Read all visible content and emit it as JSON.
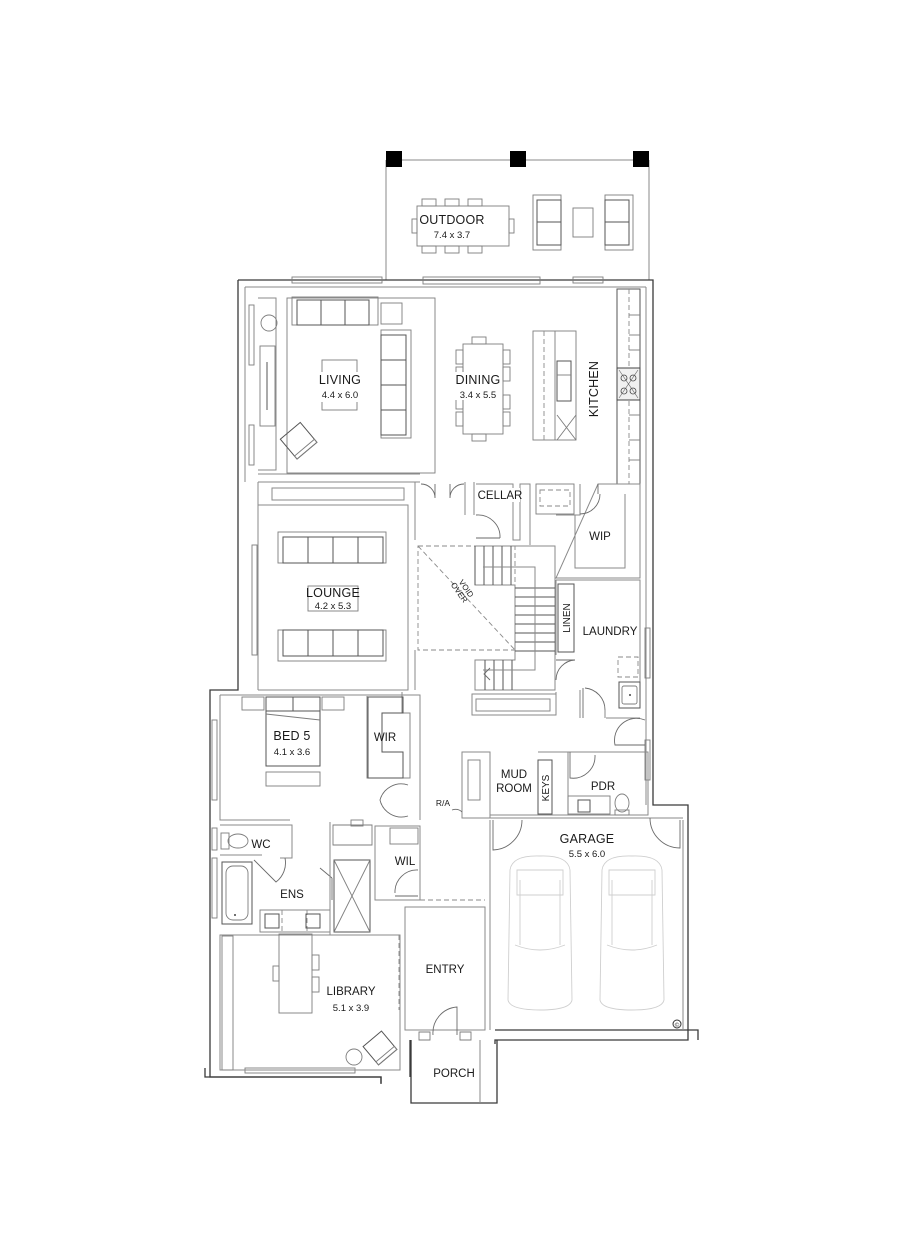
{
  "plan": {
    "rooms": {
      "outdoor": {
        "name": "OUTDOOR",
        "dim": "7.4 x 3.7"
      },
      "living": {
        "name": "LIVING",
        "dim": "4.4 x 6.0"
      },
      "dining": {
        "name": "DINING",
        "dim": "3.4 x 5.5"
      },
      "kitchen": {
        "name": "KITCHEN"
      },
      "cellar": {
        "name": "CELLAR"
      },
      "wip": {
        "name": "WIP"
      },
      "lounge": {
        "name": "LOUNGE",
        "dim": "4.2 x 5.3"
      },
      "void": {
        "line1": "VOID",
        "line2": "OVER"
      },
      "linen": {
        "name": "LINEN"
      },
      "laundry": {
        "name": "LAUNDRY"
      },
      "bed5": {
        "name": "BED 5",
        "dim": "4.1 x 3.6"
      },
      "wir": {
        "name": "WIR"
      },
      "mud_room": {
        "line1": "MUD",
        "line2": "ROOM"
      },
      "keys": {
        "name": "KEYS"
      },
      "pdr": {
        "name": "PDR"
      },
      "wc": {
        "name": "WC"
      },
      "ens": {
        "name": "ENS"
      },
      "wil": {
        "name": "WIL"
      },
      "garage": {
        "name": "GARAGE",
        "dim": "5.5 x 6.0"
      },
      "entry": {
        "name": "ENTRY"
      },
      "library": {
        "name": "LIBRARY",
        "dim": "5.1 x 3.9"
      },
      "porch": {
        "name": "PORCH"
      }
    },
    "annotations": {
      "return_air": "R/A",
      "copyright": "©"
    },
    "colors": {
      "wall": "#3a3a3a",
      "furniture": "#7d7d7d",
      "column": "#000000",
      "background": "#ffffff"
    }
  }
}
